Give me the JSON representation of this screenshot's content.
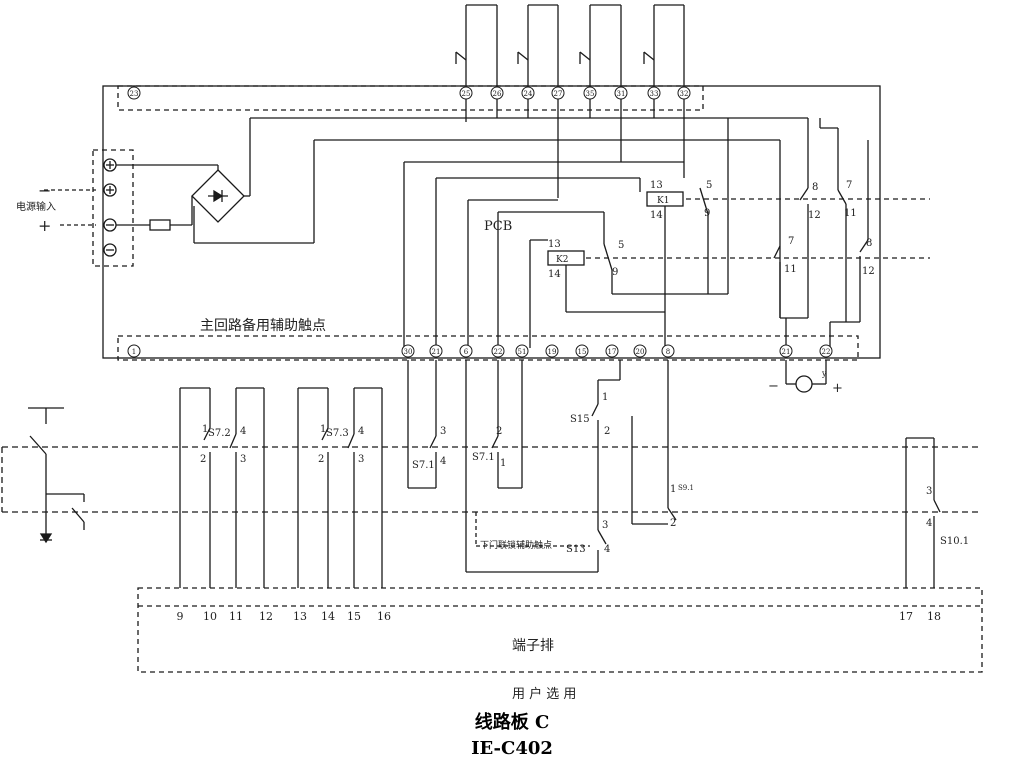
{
  "labels": {
    "power_input": "电源输入",
    "minus": "−",
    "plus": "+",
    "pcb": "PCB",
    "aux_contacts": "主回路备用辅助触点",
    "door_interlock_aux": "下门联锁辅助触点",
    "terminal_strip": "端子排",
    "user_optional": "用 户 选 用",
    "title": "线路板 C",
    "model": "IE-C402",
    "meter_minus": "−",
    "meter_plus": "+",
    "meter_sub": "y"
  },
  "top_pins": [
    "25",
    "26",
    "24",
    "27",
    "35",
    "31",
    "33",
    "32"
  ],
  "lamp_labels": [
    "",
    "",
    "",
    ""
  ],
  "bottom_pins_left": "1",
  "top_left_pin": "23",
  "bottom_pins": [
    "30",
    "21",
    "6",
    "22",
    "51",
    "19",
    "15",
    "17",
    "20",
    "8",
    "21",
    "22"
  ],
  "relays": [
    {
      "name": "K1",
      "coil_top": "13",
      "coil_bottom": "14",
      "c_top": "5",
      "c_bottom": "9"
    },
    {
      "name": "K2",
      "coil_top": "13",
      "coil_bottom": "14",
      "c_top": "5",
      "c_bottom": "9"
    }
  ],
  "side_contacts": [
    {
      "top": "8",
      "bottom": "12"
    },
    {
      "top": "7",
      "bottom": "11"
    },
    {
      "top": "7",
      "bottom": "11"
    },
    {
      "top": "8",
      "bottom": "12"
    }
  ],
  "switches": [
    {
      "name": "S7.2",
      "p1": "1",
      "p2": "2",
      "p3": "4",
      "p4": "3"
    },
    {
      "name": "S7.3",
      "p1": "1",
      "p2": "2",
      "p3": "4",
      "p4": "3"
    },
    {
      "name": "S7.1",
      "p1": "3",
      "p2": "4"
    },
    {
      "name": "S7.1",
      "p1": "2",
      "p2": "1"
    },
    {
      "name": "S15",
      "p1": "1",
      "p2": "2"
    },
    {
      "name": "S13",
      "p1": "3",
      "p2": "4"
    },
    {
      "name": "S10.1",
      "p1": "3",
      "p2": "4"
    },
    {
      "name": "S9.1",
      "p1": "1",
      "p2": "2"
    }
  ],
  "terminals": [
    "9",
    "10",
    "11",
    "12",
    "13",
    "14",
    "15",
    "16",
    "17",
    "18"
  ]
}
